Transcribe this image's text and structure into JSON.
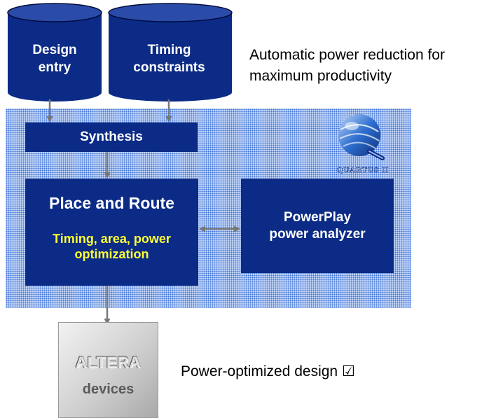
{
  "inputs": {
    "design_entry": [
      "Design",
      "entry"
    ],
    "timing_constraints": [
      "Timing",
      "constraints"
    ]
  },
  "notes": {
    "top": [
      "Automatic power reduction for",
      "maximum productivity"
    ],
    "bottom": "Power-optimized design ☑"
  },
  "blocks": {
    "synthesis": "Synthesis",
    "place_and_route": {
      "title": "Place and Route",
      "subtitle": [
        "Timing, area, power",
        "optimization"
      ]
    },
    "powerplay": [
      "PowerPlay",
      "power analyzer"
    ]
  },
  "chip": {
    "logo": "ALTERA",
    "label": "devices"
  },
  "logo": {
    "text": "QUARTUS II"
  },
  "colors": {
    "block_fill": "#0b2b86",
    "subtitle_text": "#ffff33",
    "dot_panel": "#c6d7f5",
    "arrow": "#777777"
  }
}
